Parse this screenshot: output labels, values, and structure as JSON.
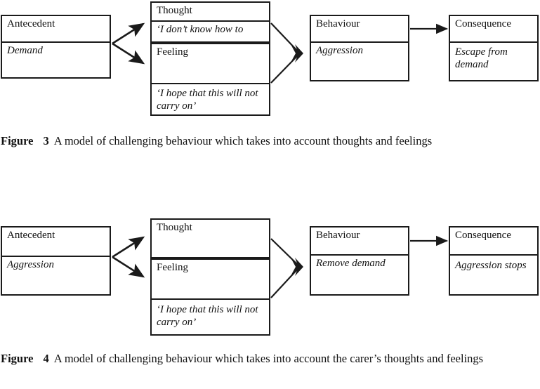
{
  "document": {
    "page_background": "#ffffff",
    "line_color": "#1a1a1a"
  },
  "figures": [
    {
      "id": "figure-3",
      "caption": {
        "label": "Figure",
        "number": "3",
        "text": "A model of challenging behaviour which takes into account thoughts and feelings"
      },
      "nodes": {
        "antecedent": {
          "header": "Antecedent",
          "value": "Demand"
        },
        "thought": {
          "header": "Thought",
          "value": "‘I don’t know how to"
        },
        "feeling": {
          "header": "Feeling",
          "value": "‘I hope that this will not carry on’"
        },
        "behaviour": {
          "header": "Behaviour",
          "value": "Aggression"
        },
        "consequence": {
          "header": "Consequence",
          "value": "Escape from demand"
        }
      }
    },
    {
      "id": "figure-4",
      "caption": {
        "label": "Figure",
        "number": "4",
        "text": "A model of challenging behaviour which takes into account the carer’s thoughts and feelings"
      },
      "nodes": {
        "antecedent": {
          "header": "Antecedent",
          "value": "Aggression"
        },
        "thought": {
          "header": "Thought",
          "value": ""
        },
        "feeling": {
          "header": "Feeling",
          "value": "‘I hope that this will not carry on’"
        },
        "behaviour": {
          "header": "Behaviour",
          "value": "Remove demand"
        },
        "consequence": {
          "header": "Consequence",
          "value": "Aggression stops"
        }
      }
    }
  ]
}
